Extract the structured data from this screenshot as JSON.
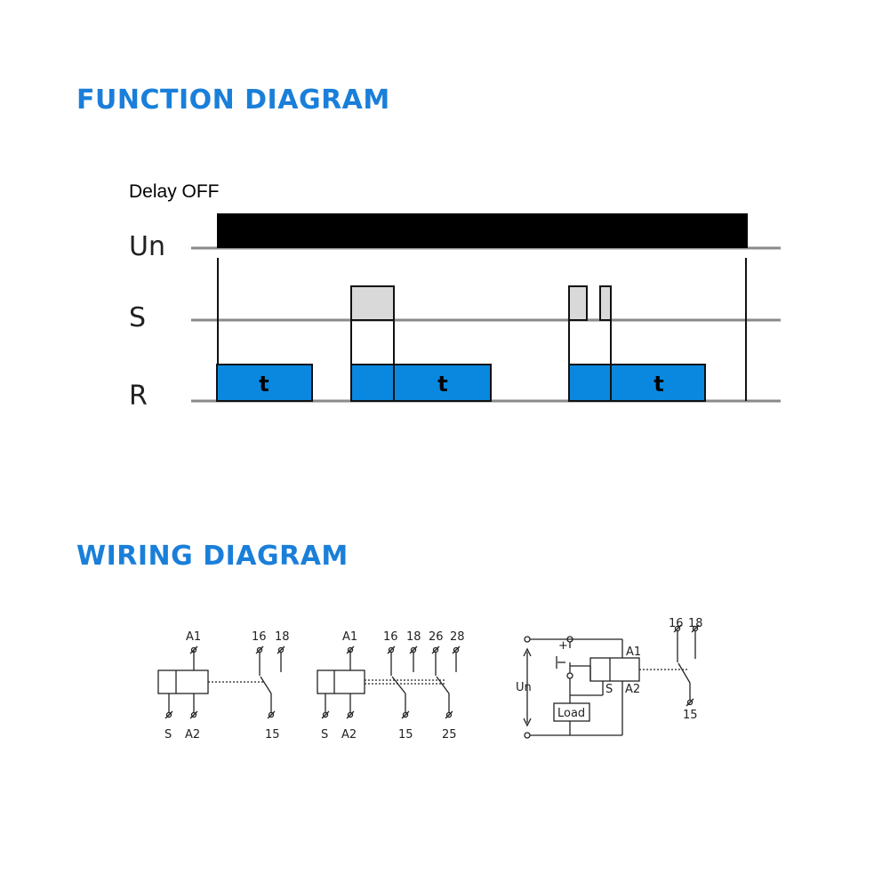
{
  "function_diagram": {
    "title": "FUNCTION DIAGRAM",
    "mode": "Delay OFF",
    "signals": [
      "Un",
      "S",
      "R"
    ],
    "timer_label": "t",
    "colors": {
      "heading": "#1a7fd9",
      "relay_on": "#0a88df",
      "supply": "#000000",
      "signal": "#d9d9d9"
    }
  },
  "wiring_diagram": {
    "title": "WIRING DIAGRAM",
    "circuit_1": {
      "terminals": [
        "A1",
        "16",
        "18",
        "S",
        "A2",
        "15"
      ]
    },
    "circuit_2": {
      "terminals": [
        "A1",
        "16",
        "18",
        "26",
        "28",
        "S",
        "A2",
        "15",
        "25"
      ]
    },
    "circuit_3": {
      "terminals": [
        "16",
        "18",
        "A1",
        "S",
        "A2",
        "15"
      ],
      "supply_label": "Un",
      "load_label": "Load",
      "polarity": "+"
    }
  }
}
